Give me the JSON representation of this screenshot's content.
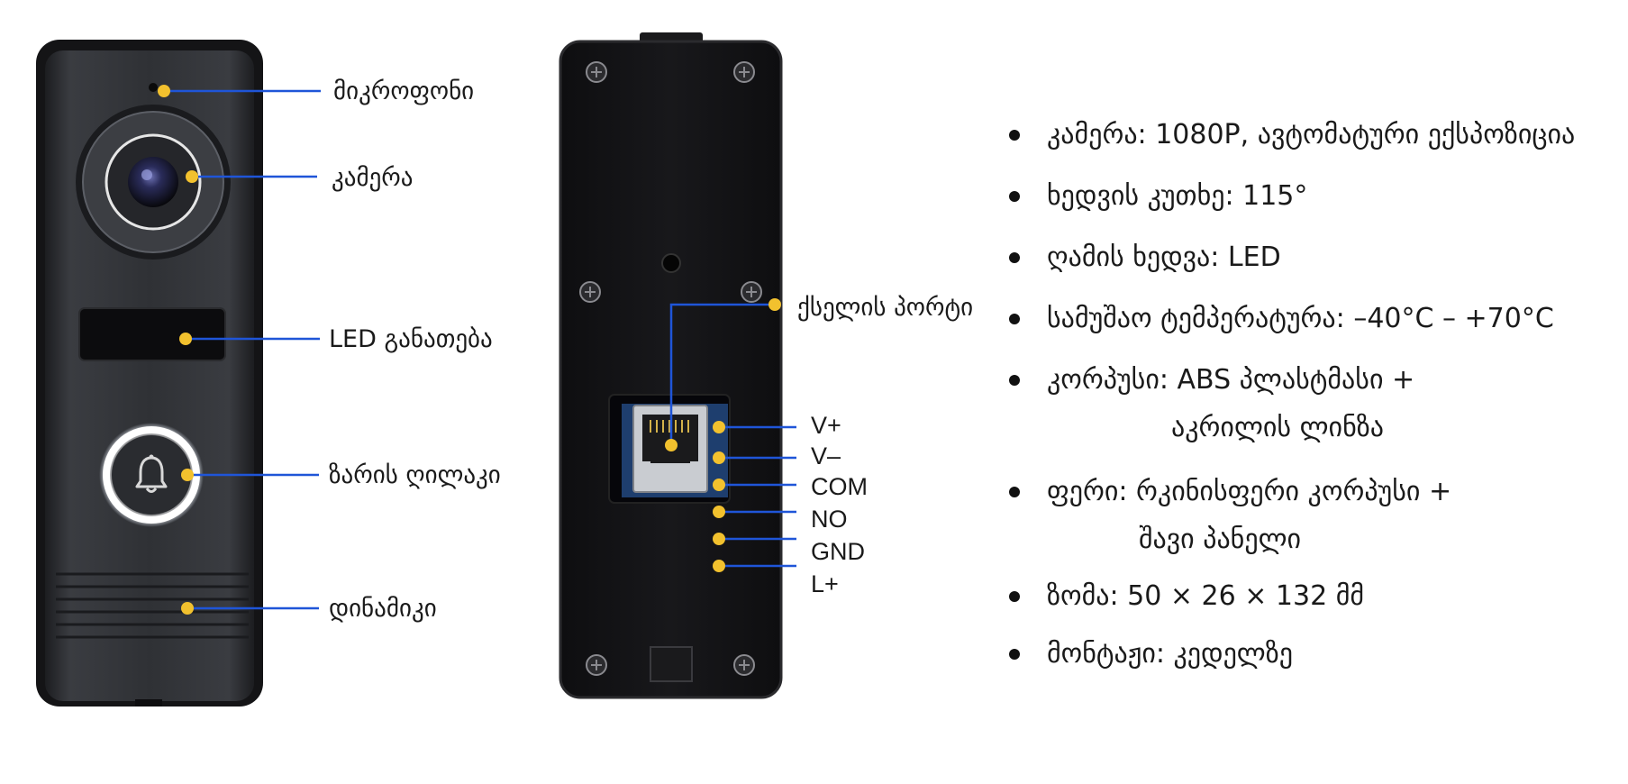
{
  "colors": {
    "callout_line": "#1f55d8",
    "callout_dot": "#f2c12e",
    "device_body": "#2b2d31",
    "ring_light": "#ffffff"
  },
  "front_labels": {
    "microphone": "მიკროფონი",
    "camera": "კამერა",
    "led": "LED განათება",
    "bell": "ზარის ღილაკი",
    "speaker": "დინამიკი"
  },
  "back_labels": {
    "network_port": "ქსელის პორტი",
    "wires": [
      "V+",
      "V–",
      "COM",
      "NO",
      "GND",
      "L+"
    ]
  },
  "icons": {
    "bell_button": "bell-icon"
  },
  "specs": [
    {
      "text": "კამერა: 1080P, ავტომატური ექსპოზიცია",
      "text2": ""
    },
    {
      "text": "ხედვის კუთხე: 115°",
      "text2": ""
    },
    {
      "text": "ღამის ხედვა: LED",
      "text2": ""
    },
    {
      "text": "სამუშაო ტემპერატურა: –40°C – +70°C",
      "text2": ""
    },
    {
      "text": "კორპუსი: ABS პლასტმასი +",
      "text2": "აკრილის ლინზა"
    },
    {
      "text": "ფერი: რკინისფერი კორპუსი +",
      "text2": "შავი პანელი"
    },
    {
      "text": "ზომა: 50 × 26 × 132 მმ",
      "text2": ""
    },
    {
      "text": "მონტაჟი: კედელზე",
      "text2": ""
    }
  ]
}
